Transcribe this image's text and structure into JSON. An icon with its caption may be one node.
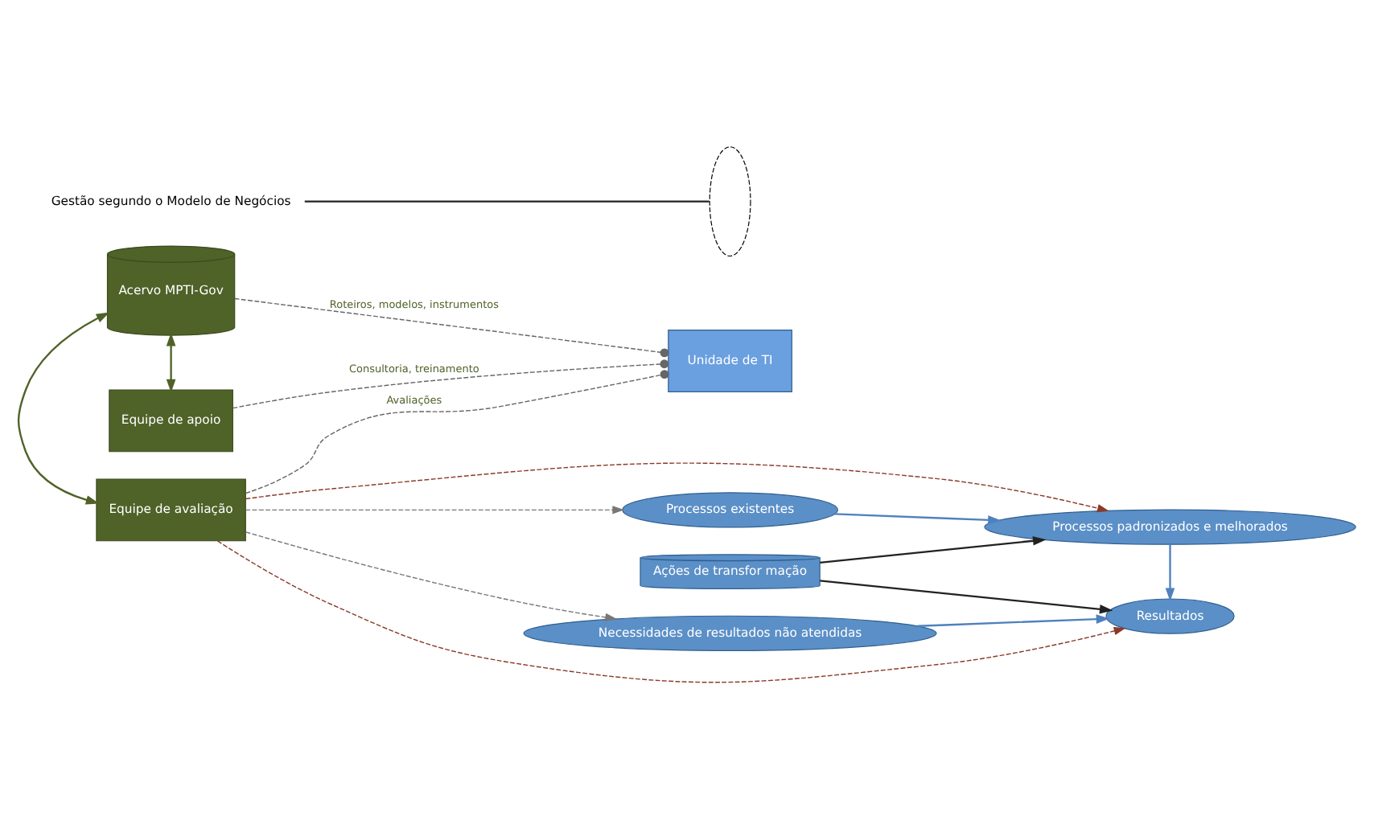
{
  "diagram": {
    "nodes": [
      {
        "text": [
          "Acervo MPTI-Gov"
        ]
      },
      {
        "text": [
          "Equipe de apoio"
        ]
      },
      {
        "text": [
          "Equipe de avaliação"
        ]
      },
      {
        "text": [
          "Gestão segundo o Modelo de Negócios"
        ]
      },
      {
        "text": [],
        "shape": "ellipse"
      },
      {
        "text": [
          "Processos existentes"
        ]
      },
      {
        "text": [
          "Processos padronizados e melhorados"
        ]
      },
      {
        "text": [
          "Unidade de TI"
        ]
      },
      {
        "text": [
          "Ações de transfor mação"
        ]
      },
      {
        "text": [
          "Necessidades de resultados não atendidas"
        ]
      },
      {
        "text": [
          "Resultados"
        ]
      }
    ],
    "edges": [
      {
        "from": 0,
        "to": 1,
        "arrow": "both",
        "color": "#4f6228"
      },
      {
        "from": 0,
        "to": 2,
        "arrow": "both",
        "color": "#4f6228"
      },
      {
        "from": 3,
        "to": 4,
        "arrow": "none",
        "color": "#222222"
      },
      {
        "from": 0,
        "to": 7,
        "arrow": "other",
        "label": "Roteiros, modelos, instrumentos",
        "style": "dashed"
      },
      {
        "from": 1,
        "to": 7,
        "arrow": "other",
        "label": "Consultoria, treinamento",
        "style": "dashed"
      },
      {
        "from": 2,
        "to": 7,
        "arrow": "other",
        "label": "Avaliações",
        "style": "dashed"
      },
      {
        "from": 5,
        "to": 6,
        "arrow": "to",
        "color": "#4f81bd"
      },
      {
        "from": 8,
        "to": 6,
        "arrow": "to",
        "color": "#222222"
      },
      {
        "from": 8,
        "to": 10,
        "arrow": "to",
        "color": "#222222"
      },
      {
        "from": 9,
        "to": 10,
        "arrow": "to",
        "color": "#4f81bd"
      },
      {
        "from": 6,
        "to": 10,
        "arrow": "to",
        "color": "#4f81bd"
      },
      {
        "from": 2,
        "to": 9,
        "arrow": "to",
        "style": "dashed",
        "color": "#777777"
      },
      {
        "from": 2,
        "to": 5,
        "arrow": "to",
        "style": "dashed",
        "color": "#777777"
      },
      {
        "from": 2,
        "to": 6,
        "arrow": "to",
        "style": "dashed",
        "color": "#8b3a2a"
      },
      {
        "from": 2,
        "to": 10,
        "arrow": "to",
        "style": "dashed",
        "color": "#8b3a2a"
      }
    ]
  }
}
